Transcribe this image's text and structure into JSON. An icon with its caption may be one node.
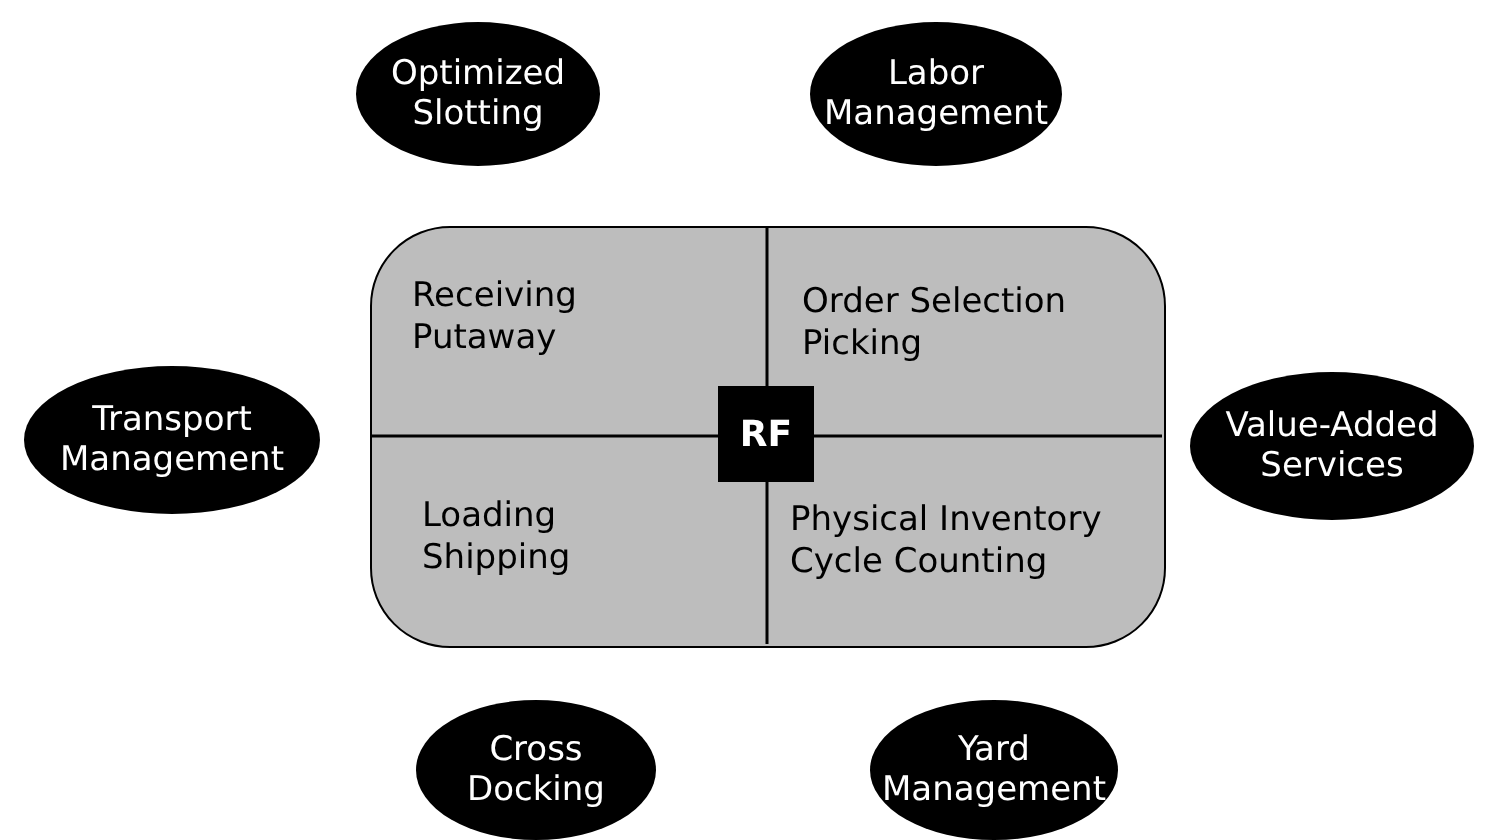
{
  "diagram": {
    "nodes": [
      {
        "text": [
          "Optimized Slotting"
        ]
      },
      {
        "text": [
          "Labor Management"
        ]
      },
      {
        "text": [],
        "shape": "box"
      },
      {
        "text": [
          "Receiving",
          "Putaway"
        ],
        "in": 2
      },
      {
        "text": [
          "Order Selection",
          "Picking"
        ],
        "in": 2
      },
      {
        "text": [
          "RF"
        ],
        "in": 2
      },
      {
        "text": [
          "Transport Management"
        ]
      },
      {
        "text": [
          "Value-Added Services"
        ]
      },
      {
        "text": [
          "Loading",
          "Shipping"
        ],
        "in": 2
      },
      {
        "text": [
          "Physical Inventory",
          "Cycle Counting"
        ],
        "in": 2
      },
      {
        "text": [
          "Cross Docking"
        ]
      },
      {
        "text": [
          "Yard Management"
        ]
      }
    ],
    "edges": []
  }
}
